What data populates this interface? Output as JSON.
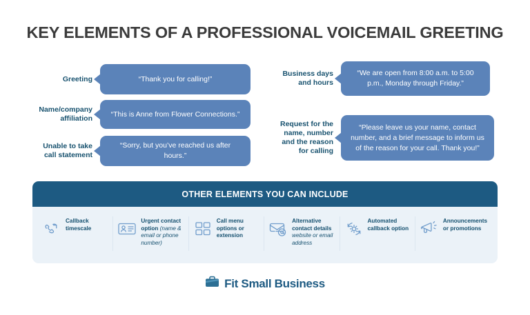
{
  "title": "KEY ELEMENTS OF A PROFESSIONAL VOICEMAIL GREETING",
  "colors": {
    "bubble": "#5b83b9",
    "label": "#18526f",
    "banner": "#1d5a82",
    "panel_bg": "#ebf2f8",
    "title": "#3b3b3b"
  },
  "elements": {
    "greeting": {
      "label": "Greeting",
      "quote": "“Thank you for calling!”"
    },
    "affiliation": {
      "label": "Name/company affiliation",
      "label_line1": "Name/company",
      "label_line2": "affiliation",
      "quote": "“This is Anne from Flower Connections.”"
    },
    "unable": {
      "label": "Unable to take call statement",
      "label_line1": "Unable to take",
      "label_line2": "call statement",
      "quote": "“Sorry, but you’ve reached us after hours.”"
    },
    "hours": {
      "label": "Business days and hours",
      "label_line1": "Business days",
      "label_line2": "and hours",
      "quote": "“We are open from 8:00 a.m. to 5:00 p.m., Monday through Friday.”"
    },
    "request": {
      "label": "Request for the name, number and the reason for calling",
      "label_line1": "Request for the",
      "label_line2": "name, number",
      "label_line3": "and the reason",
      "label_line4": "for calling",
      "quote": "“Please leave us your name, contact number, and a brief message to inform us of the reason for your call. Thank you!”"
    }
  },
  "panel": {
    "header": "OTHER ELEMENTS YOU CAN INCLUDE",
    "items": [
      {
        "icon": "phone-callback-icon",
        "title": "Callback timescale",
        "subtitle": ""
      },
      {
        "icon": "contact-card-icon",
        "title": "Urgent contact option",
        "subtitle": "(name & email or phone number)"
      },
      {
        "icon": "menu-grid-icon",
        "title": "Call menu options or extension",
        "subtitle": ""
      },
      {
        "icon": "envelope-at-icon",
        "title": "Alternative contact details",
        "subtitle": "website or email address"
      },
      {
        "icon": "gear-refresh-icon",
        "title": "Automated callback option",
        "subtitle": ""
      },
      {
        "icon": "megaphone-icon",
        "title": "Announcements or promotions",
        "subtitle": ""
      }
    ]
  },
  "footer": {
    "icon": "briefcase-icon",
    "brand": "Fit Small Business"
  }
}
